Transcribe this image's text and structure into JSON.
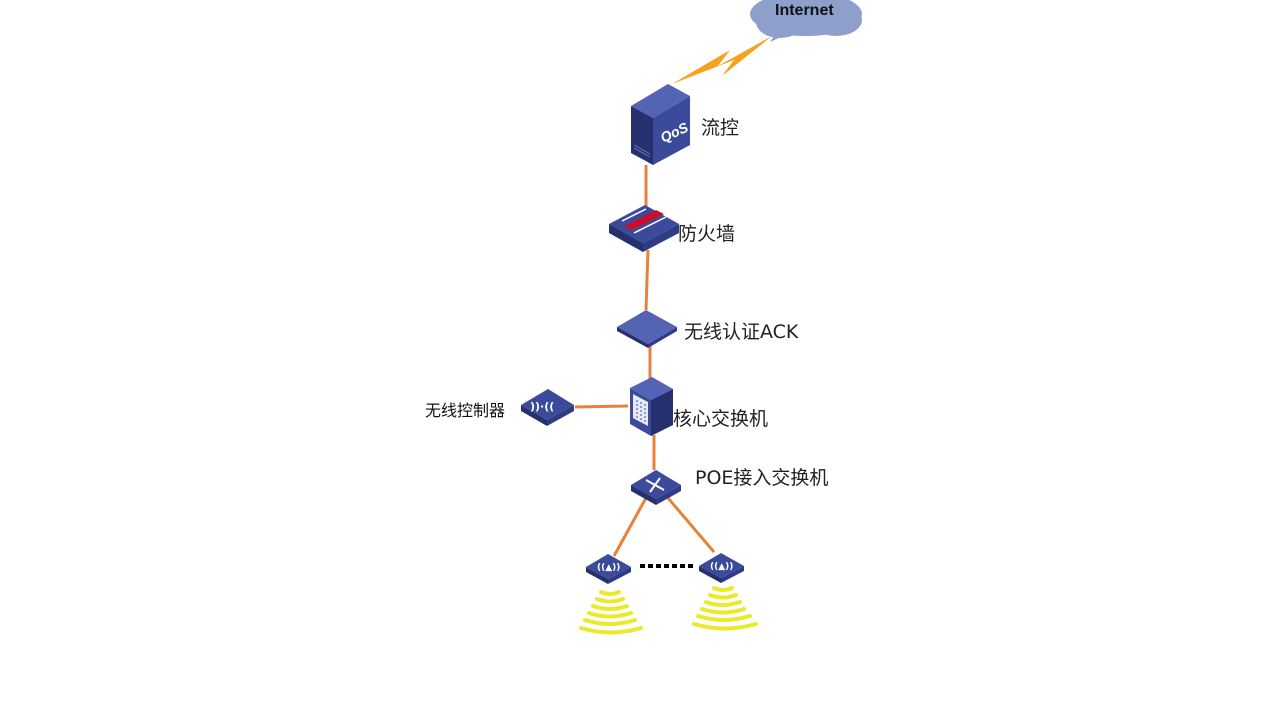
{
  "diagram": {
    "type": "network-topology",
    "nodes": [
      {
        "id": "internet",
        "label": "Internet",
        "kind": "cloud"
      },
      {
        "id": "qos",
        "label": "流控",
        "kind": "qos-server",
        "badge": "QoS"
      },
      {
        "id": "firewall",
        "label": "防火墙",
        "kind": "firewall"
      },
      {
        "id": "auth",
        "label": "无线认证ACK",
        "kind": "auth-device"
      },
      {
        "id": "core",
        "label": "核心交换机",
        "kind": "core-switch"
      },
      {
        "id": "wlc",
        "label": "无线控制器",
        "kind": "wireless-controller"
      },
      {
        "id": "poe",
        "label": "POE接入交换机",
        "kind": "poe-switch"
      },
      {
        "id": "ap1",
        "label": "",
        "kind": "access-point"
      },
      {
        "id": "ap2",
        "label": "",
        "kind": "access-point"
      }
    ],
    "edges": [
      {
        "from": "qos",
        "to": "internet",
        "style": "lightning"
      },
      {
        "from": "qos",
        "to": "firewall",
        "style": "solid"
      },
      {
        "from": "firewall",
        "to": "auth",
        "style": "solid"
      },
      {
        "from": "auth",
        "to": "core",
        "style": "solid"
      },
      {
        "from": "wlc",
        "to": "core",
        "style": "solid"
      },
      {
        "from": "core",
        "to": "poe",
        "style": "solid"
      },
      {
        "from": "poe",
        "to": "ap1",
        "style": "solid"
      },
      {
        "from": "poe",
        "to": "ap2",
        "style": "solid"
      },
      {
        "from": "ap1",
        "to": "ap2",
        "style": "dotted"
      }
    ],
    "colors": {
      "link": "#e8823a",
      "lightning": "#f5a31a",
      "device": "#3c4a9c",
      "device_dark": "#26306e",
      "device_light": "#5563b5",
      "cloud": "#8f9fcc",
      "wifi_wave": "#eaea2a"
    }
  }
}
